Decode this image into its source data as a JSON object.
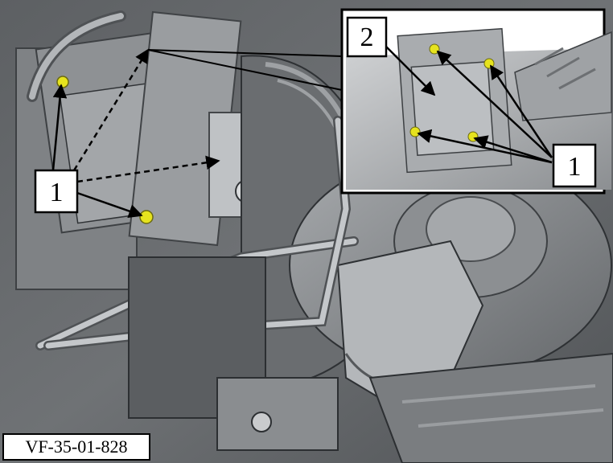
{
  "figure": {
    "reference_code": "VF-35-01-828",
    "main_callout_fastener": "1",
    "inset_callout_module": "2",
    "inset_callout_fastener": "1"
  },
  "colors": {
    "fastener": "#e6e31e",
    "arrow": "#000000",
    "label_border": "#000000",
    "label_fill": "#ffffff"
  }
}
